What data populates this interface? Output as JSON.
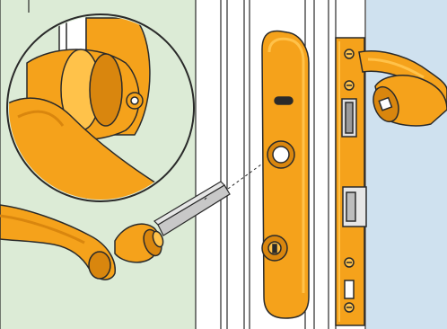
{
  "colors": {
    "brass": "#f5a21b",
    "brass_shadow": "#d9860e",
    "brass_highlight": "#ffc24a",
    "outline": "#2a2a2a",
    "interior_wall": "#dcebd6",
    "exterior_wall": "#cfe1ef",
    "door": "#ffffff",
    "spindle": "#c8c8c8"
  },
  "icons": {
    "interior_lever": "lever-handle",
    "magnified_view": "magnifier-circle",
    "spindle": "square-spindle",
    "escutcheon": "long-backplate",
    "mortise_faceplate": "lock-faceplate",
    "exterior_lever": "lever-handle"
  }
}
